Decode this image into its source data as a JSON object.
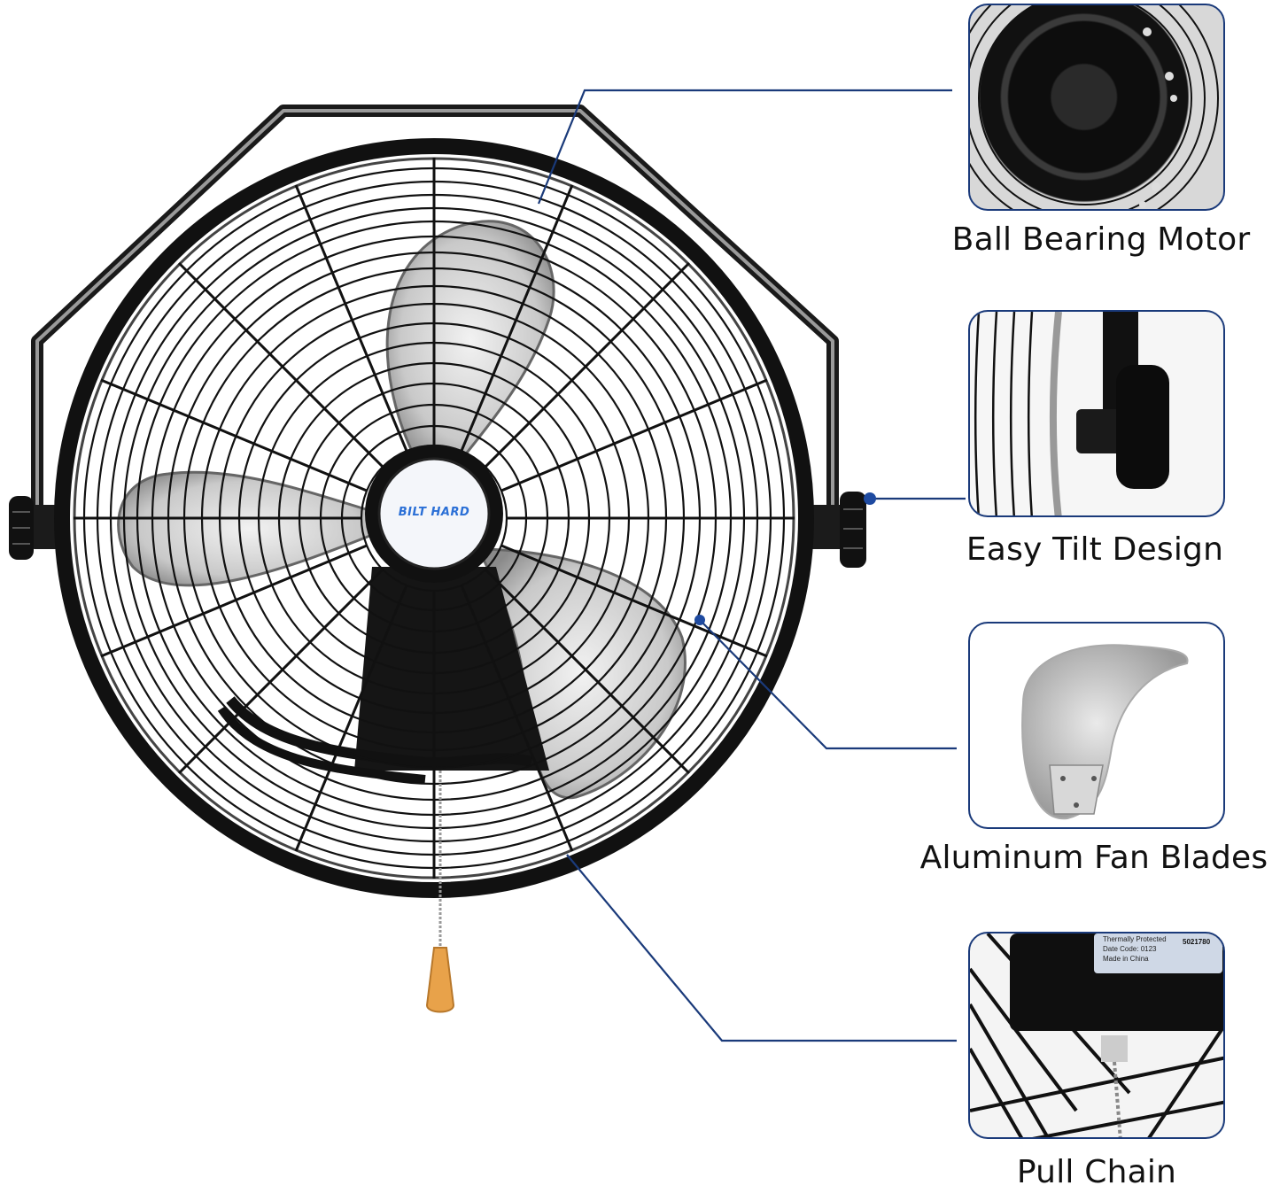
{
  "product": {
    "brand_label": "BILT HARD",
    "brand_color": "#2a6fd6"
  },
  "features": [
    {
      "label": "Ball Bearing Motor",
      "icon": "motor-closeup-image"
    },
    {
      "label": "Easy Tilt Design",
      "icon": "tilt-knob-closeup-image"
    },
    {
      "label": "Aluminum Fan Blades",
      "icon": "fan-blade-closeup-image"
    },
    {
      "label": "Pull Chain",
      "icon": "pull-chain-closeup-image"
    }
  ],
  "label_sticker": {
    "line1": "Thermally Protected",
    "line2": "Date Code: 0123",
    "line3": "Made in China",
    "model": "5021780"
  },
  "colors": {
    "leader_line": "#1a3a7a",
    "frame_border": "#1a3a7a",
    "pull_handle": "#e8a24a"
  }
}
